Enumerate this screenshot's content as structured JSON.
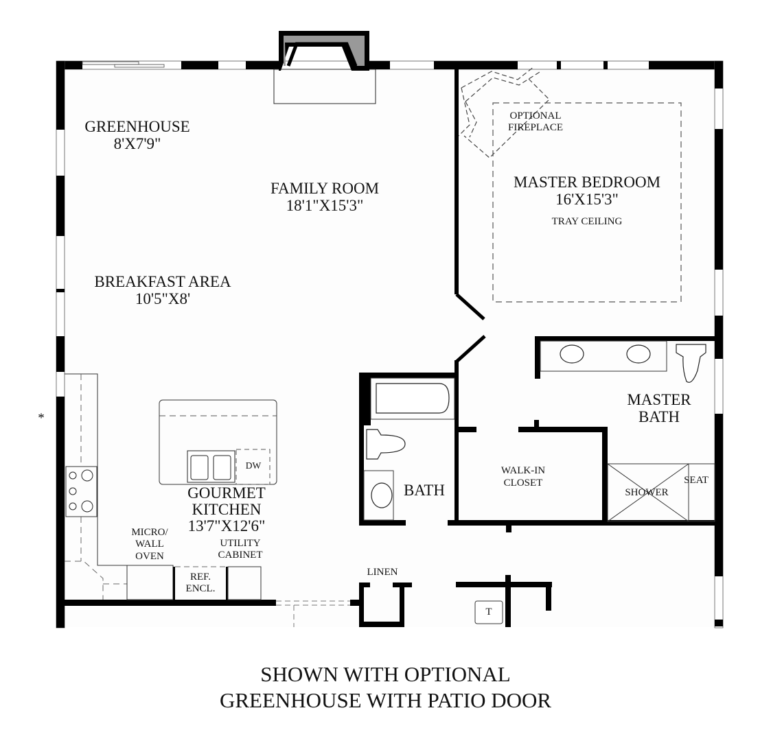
{
  "rooms": {
    "greenhouse": {
      "name": "GREENHOUSE",
      "dims": "8'X7'9\""
    },
    "family_room": {
      "name": "FAMILY ROOM",
      "dims": "18'1\"X15'3\""
    },
    "master_bedroom": {
      "name": "MASTER BEDROOM",
      "dims": "16'X15'3\"",
      "note": "TRAY CEILING"
    },
    "optional_fireplace": {
      "line1": "OPTIONAL",
      "line2": "FIREPLACE"
    },
    "breakfast_area": {
      "name": "BREAKFAST AREA",
      "dims": "10'5\"X8'"
    },
    "gourmet_kitchen": {
      "line1": "GOURMET",
      "line2": "KITCHEN",
      "dims": "13'7\"X12'6\""
    },
    "master_bath": {
      "line1": "MASTER",
      "line2": "BATH"
    },
    "bath": {
      "name": "BATH"
    },
    "walk_in_closet": {
      "line1": "WALK-IN",
      "line2": "CLOSET"
    },
    "shower": {
      "name": "SHOWER"
    },
    "seat": {
      "name": "SEAT"
    },
    "linen": {
      "name": "LINEN"
    }
  },
  "fixtures": {
    "dishwasher": "DW",
    "micro_wall_oven": {
      "line1": "MICRO/",
      "line2": "WALL",
      "line3": "OVEN"
    },
    "utility_cabinet": {
      "line1": "UTILITY",
      "line2": "CABINET"
    },
    "ref_encl": {
      "line1": "REF.",
      "line2": "ENCL."
    },
    "thermostat": "T"
  },
  "marker": "*",
  "caption": {
    "line1": "SHOWN WITH OPTIONAL",
    "line2": "GREENHOUSE WITH PATIO DOOR"
  },
  "colors": {
    "wall": "#000000",
    "fireplace_fill": "#999999",
    "background": "#fdfdfd"
  }
}
